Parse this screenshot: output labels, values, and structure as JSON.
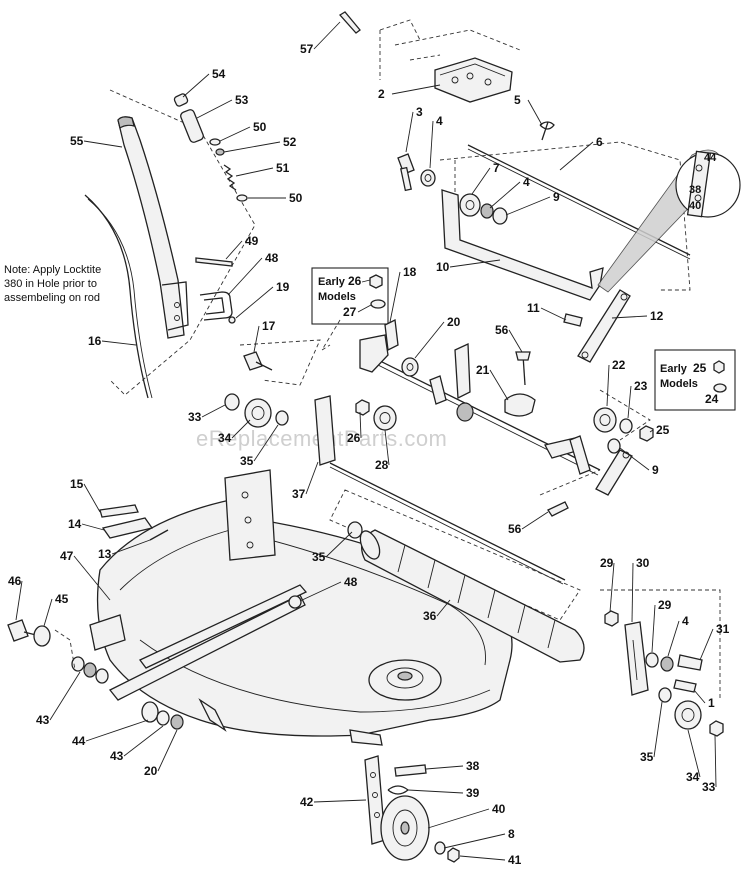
{
  "watermark": "eReplacementParts.com",
  "note": {
    "lines": [
      "Note: Apply Locktite",
      "380 in Hole prior to",
      "assembeling on rod"
    ]
  },
  "early_models_box_1": {
    "lines": [
      "Early",
      "Models"
    ],
    "parts": [
      "26",
      "27"
    ]
  },
  "early_models_box_2": {
    "lines": [
      "Early",
      "Models"
    ],
    "parts": [
      "25",
      "24"
    ]
  },
  "detail_labels": [
    "44",
    "38",
    "40"
  ],
  "callouts": [
    {
      "id": "c57",
      "label": "57"
    },
    {
      "id": "c2",
      "label": "2"
    },
    {
      "id": "c54",
      "label": "54"
    },
    {
      "id": "c53",
      "label": "53"
    },
    {
      "id": "c50a",
      "label": "50"
    },
    {
      "id": "c52",
      "label": "52"
    },
    {
      "id": "c51",
      "label": "51"
    },
    {
      "id": "c50b",
      "label": "50"
    },
    {
      "id": "c55",
      "label": "55"
    },
    {
      "id": "c3",
      "label": "3"
    },
    {
      "id": "c4a",
      "label": "4"
    },
    {
      "id": "c5",
      "label": "5"
    },
    {
      "id": "c6",
      "label": "6"
    },
    {
      "id": "c7",
      "label": "7"
    },
    {
      "id": "c4b",
      "label": "4"
    },
    {
      "id": "c9a",
      "label": "9"
    },
    {
      "id": "c10",
      "label": "10"
    },
    {
      "id": "c49",
      "label": "49"
    },
    {
      "id": "c48a",
      "label": "48"
    },
    {
      "id": "c19",
      "label": "19"
    },
    {
      "id": "c16",
      "label": "16"
    },
    {
      "id": "c18",
      "label": "18"
    },
    {
      "id": "c11",
      "label": "11"
    },
    {
      "id": "c12",
      "label": "12"
    },
    {
      "id": "c17",
      "label": "17"
    },
    {
      "id": "c20a",
      "label": "20"
    },
    {
      "id": "c56a",
      "label": "56"
    },
    {
      "id": "c21",
      "label": "21"
    },
    {
      "id": "c22",
      "label": "22"
    },
    {
      "id": "c23",
      "label": "23"
    },
    {
      "id": "c25",
      "label": "25"
    },
    {
      "id": "c9b",
      "label": "9"
    },
    {
      "id": "c33a",
      "label": "33"
    },
    {
      "id": "c34a",
      "label": "34"
    },
    {
      "id": "c35a",
      "label": "35"
    },
    {
      "id": "c26",
      "label": "26"
    },
    {
      "id": "c28",
      "label": "28"
    },
    {
      "id": "c37",
      "label": "37"
    },
    {
      "id": "c15",
      "label": "15"
    },
    {
      "id": "c14",
      "label": "14"
    },
    {
      "id": "c13",
      "label": "13"
    },
    {
      "id": "c56b",
      "label": "56"
    },
    {
      "id": "c35b",
      "label": "35"
    },
    {
      "id": "c47",
      "label": "47"
    },
    {
      "id": "c48b",
      "label": "48"
    },
    {
      "id": "c36",
      "label": "36"
    },
    {
      "id": "c29a",
      "label": "29"
    },
    {
      "id": "c30",
      "label": "30"
    },
    {
      "id": "c29b",
      "label": "29"
    },
    {
      "id": "c4c",
      "label": "4"
    },
    {
      "id": "c31",
      "label": "31"
    },
    {
      "id": "c46",
      "label": "46"
    },
    {
      "id": "c45",
      "label": "45"
    },
    {
      "id": "c43a",
      "label": "43"
    },
    {
      "id": "c44",
      "label": "44"
    },
    {
      "id": "c43b",
      "label": "43"
    },
    {
      "id": "c20b",
      "label": "20"
    },
    {
      "id": "c1",
      "label": "1"
    },
    {
      "id": "c35c",
      "label": "35"
    },
    {
      "id": "c34b",
      "label": "34"
    },
    {
      "id": "c33b",
      "label": "33"
    },
    {
      "id": "c38",
      "label": "38"
    },
    {
      "id": "c39",
      "label": "39"
    },
    {
      "id": "c42",
      "label": "42"
    },
    {
      "id": "c40",
      "label": "40"
    },
    {
      "id": "c8",
      "label": "8"
    },
    {
      "id": "c41",
      "label": "41"
    }
  ]
}
